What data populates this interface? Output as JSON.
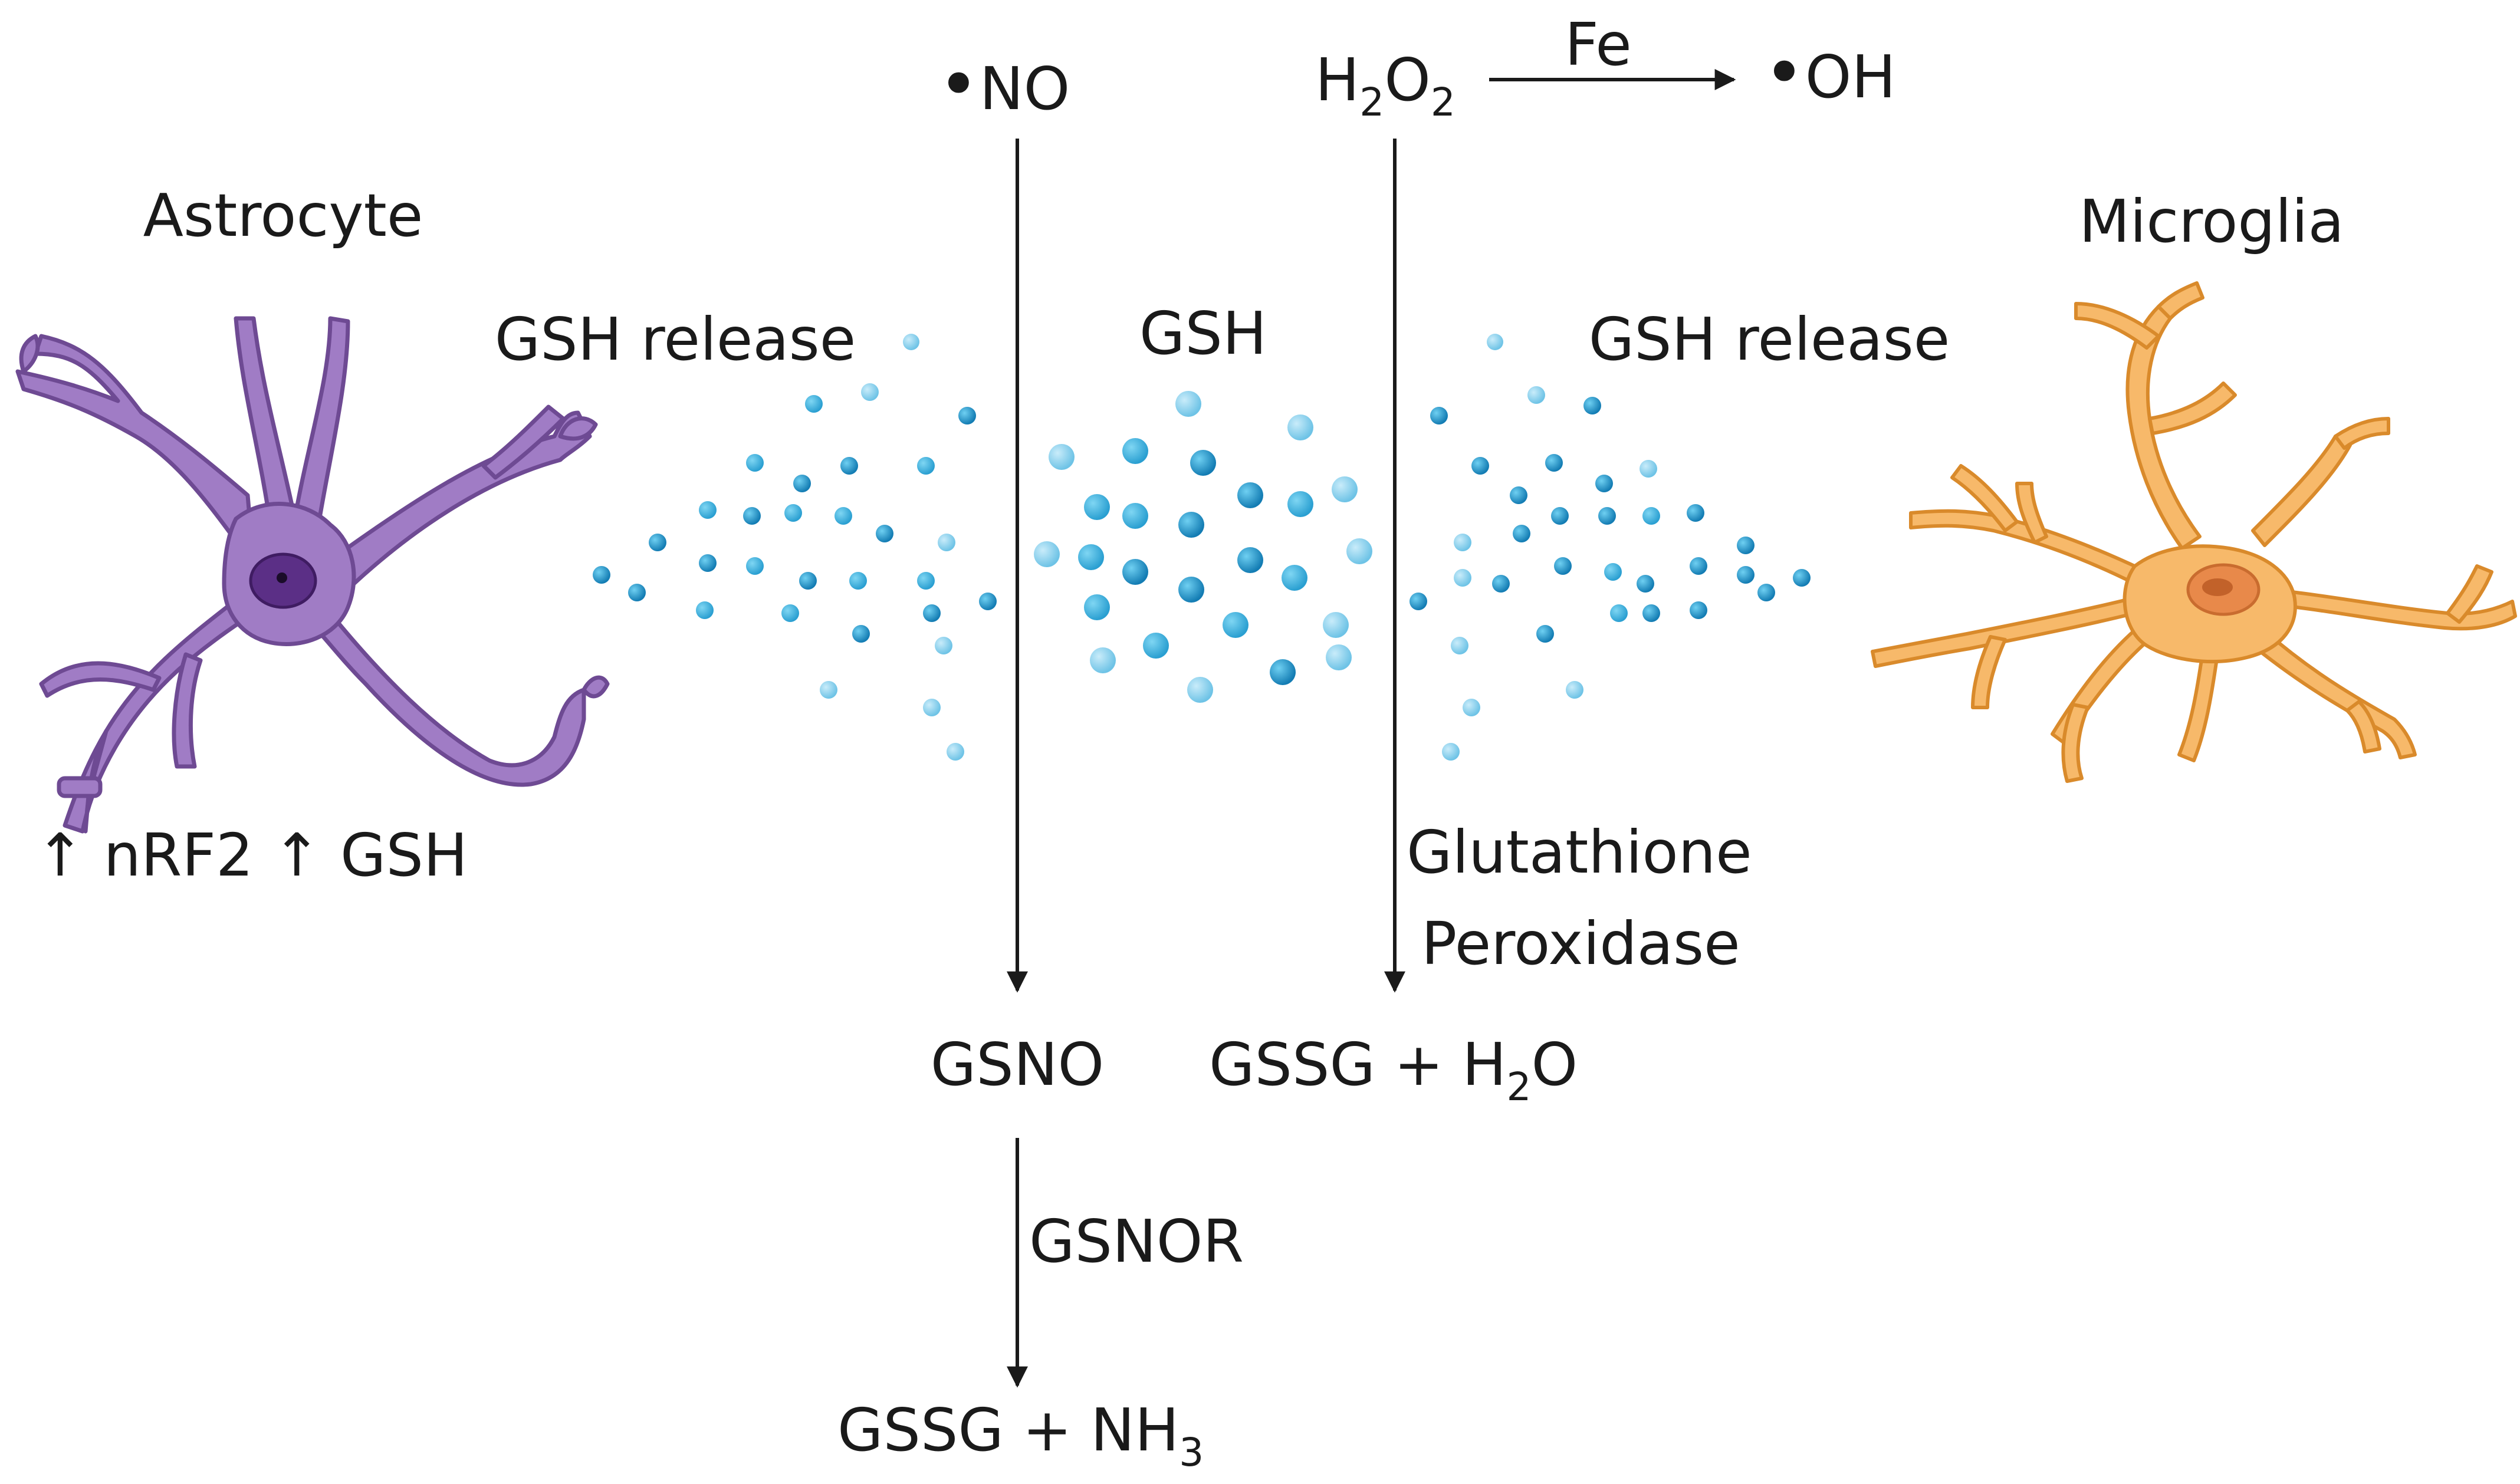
{
  "labels": {
    "astrocyte": "Astrocyte",
    "microglia": "Microglia",
    "gsh_release_left": "GSH release",
    "gsh_center": "GSH",
    "gsh_release_right": "GSH release",
    "no_dot": "•",
    "no_text": "NO",
    "h2o2_h": "H",
    "h2o2_2a": "2",
    "h2o2_o": "O",
    "h2o2_2b": "2",
    "fe": "Fe",
    "oh_dot": "•",
    "oh_text": "OH",
    "astro_up1": "↑",
    "astro_nrf2": " nRF2 ",
    "astro_up2": "↑",
    "astro_gsh": " GSH",
    "glutathione": "Glutathione",
    "peroxidase": "Peroxidase",
    "gsno": "GSNO",
    "gssg_h2o_main": "GSSG + H",
    "gssg_h2o_sub": "2",
    "gssg_h2o_end": "O",
    "gsnor": "GSNOR",
    "gssg_nh3_main": "GSSG + NH",
    "gssg_nh3_sub": "3"
  },
  "colors": {
    "astrocyte_fill": "#a07cc5",
    "astrocyte_stroke": "#6e4a93",
    "astrocyte_nucleus": "#5b2f86",
    "microglia_fill": "#f7b96a",
    "microglia_stroke": "#d98a2b",
    "microglia_nucleus": "#e8894a",
    "gsh_light": "#8fd3ee",
    "gsh_mid": "#3bb3dc",
    "gsh_dark": "#1580b8",
    "arrow": "#1a1a1a"
  }
}
